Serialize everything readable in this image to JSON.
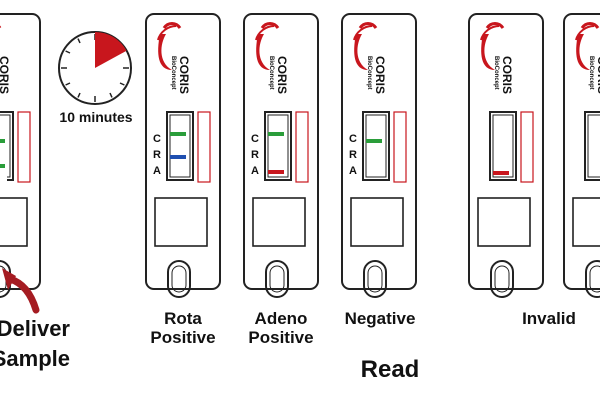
{
  "brand": {
    "name": "CORIS",
    "sub": "BioConcept"
  },
  "channel_letters": {
    "c": "C",
    "r": "R",
    "a": "A"
  },
  "timer": {
    "label": "10 minutes",
    "elapsed_fraction": 0.17
  },
  "instruction": {
    "line1": "Deliver",
    "line2": "Sample"
  },
  "step_title": "Read",
  "cassettes": [
    {
      "id": "partial-left",
      "line_colors": [
        "#2a9d3a",
        "#2a9d3a"
      ]
    },
    {
      "id": "rota-positive",
      "label_line1": "Rota",
      "label_line2": "Positive",
      "line_colors": [
        "#2a9d3a",
        "#1f4fb0"
      ]
    },
    {
      "id": "adeno-positive",
      "label_line1": "Adeno",
      "label_line2": "Positive",
      "line_colors": [
        "#2a9d3a",
        "#c8161d"
      ]
    },
    {
      "id": "negative",
      "label_line1": "Negative",
      "label_line2": "",
      "line_colors": [
        "#2a9d3a"
      ]
    },
    {
      "id": "invalid",
      "label_line1": "Invalid",
      "label_line2": "",
      "line_colors": [
        "#c8161d"
      ]
    },
    {
      "id": "partial-right",
      "line_colors": []
    }
  ],
  "colors": {
    "accent_red": "#c8161d",
    "control_green": "#2a9d3a",
    "rota_blue": "#1f4fb0",
    "arrow_red": "#a51c22",
    "timer_wedge": "#c8161d",
    "outline": "#222222"
  }
}
